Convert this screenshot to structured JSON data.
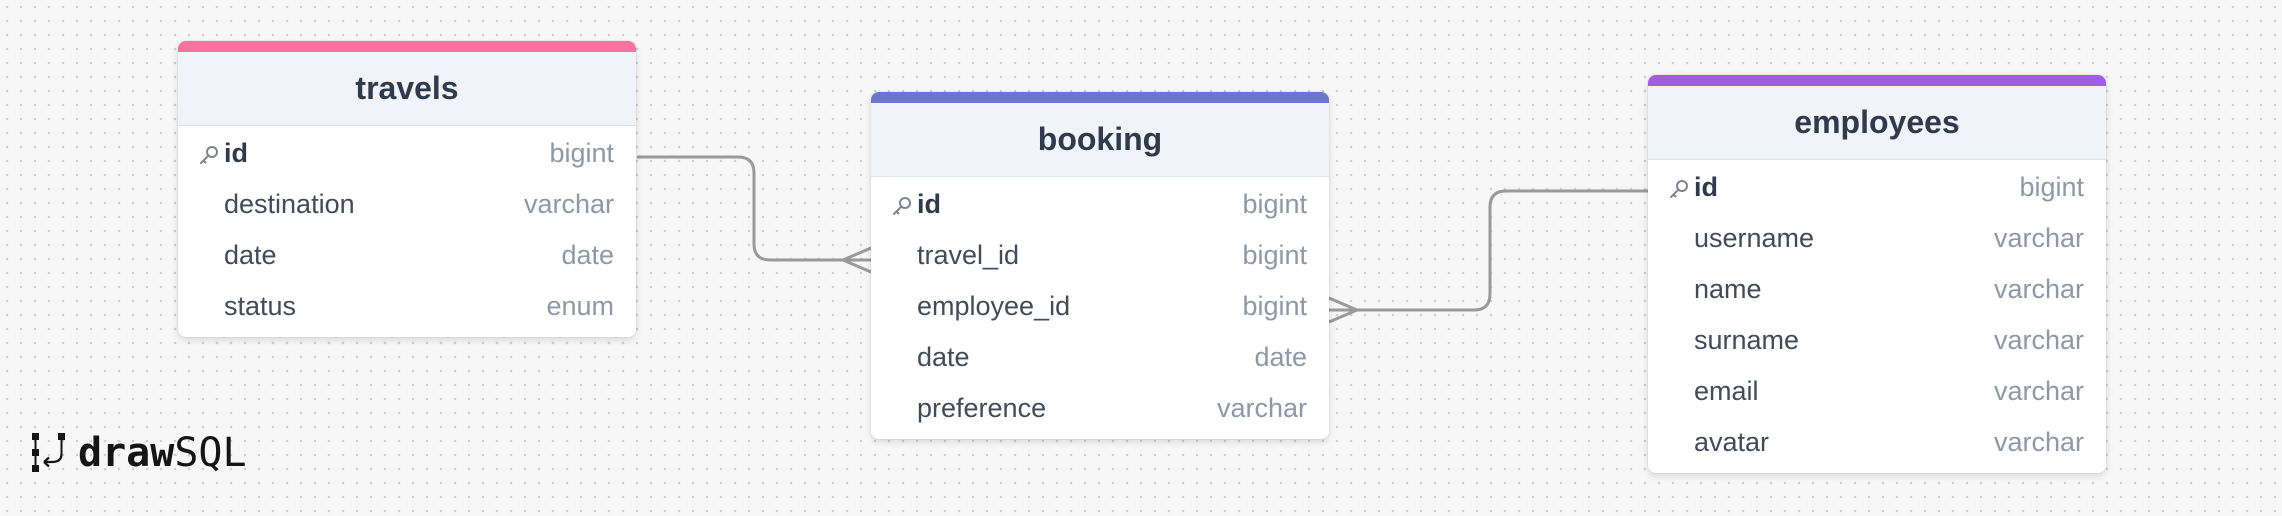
{
  "app": {
    "brand_bold": "draw",
    "brand_light": "SQL"
  },
  "colors": {
    "travels_accent": "#f7729e",
    "booking_accent": "#6a76d0",
    "employees_accent": "#9e5ee6",
    "connector": "#9a9a9a"
  },
  "tables": {
    "travels": {
      "title": "travels",
      "columns": [
        {
          "name": "id",
          "type": "bigint",
          "primary_key": true
        },
        {
          "name": "destination",
          "type": "varchar",
          "primary_key": false
        },
        {
          "name": "date",
          "type": "date",
          "primary_key": false
        },
        {
          "name": "status",
          "type": "enum",
          "primary_key": false
        }
      ]
    },
    "booking": {
      "title": "booking",
      "columns": [
        {
          "name": "id",
          "type": "bigint",
          "primary_key": true
        },
        {
          "name": "travel_id",
          "type": "bigint",
          "primary_key": false
        },
        {
          "name": "employee_id",
          "type": "bigint",
          "primary_key": false
        },
        {
          "name": "date",
          "type": "date",
          "primary_key": false
        },
        {
          "name": "preference",
          "type": "varchar",
          "primary_key": false
        }
      ]
    },
    "employees": {
      "title": "employees",
      "columns": [
        {
          "name": "id",
          "type": "bigint",
          "primary_key": true
        },
        {
          "name": "username",
          "type": "varchar",
          "primary_key": false
        },
        {
          "name": "name",
          "type": "varchar",
          "primary_key": false
        },
        {
          "name": "surname",
          "type": "varchar",
          "primary_key": false
        },
        {
          "name": "email",
          "type": "varchar",
          "primary_key": false
        },
        {
          "name": "avatar",
          "type": "varchar",
          "primary_key": false
        }
      ]
    }
  },
  "relationships": [
    {
      "from": "travels.id",
      "to": "booking.travel_id",
      "cardinality": "one-to-many"
    },
    {
      "from": "employees.id",
      "to": "booking.employee_id",
      "cardinality": "one-to-many"
    }
  ]
}
